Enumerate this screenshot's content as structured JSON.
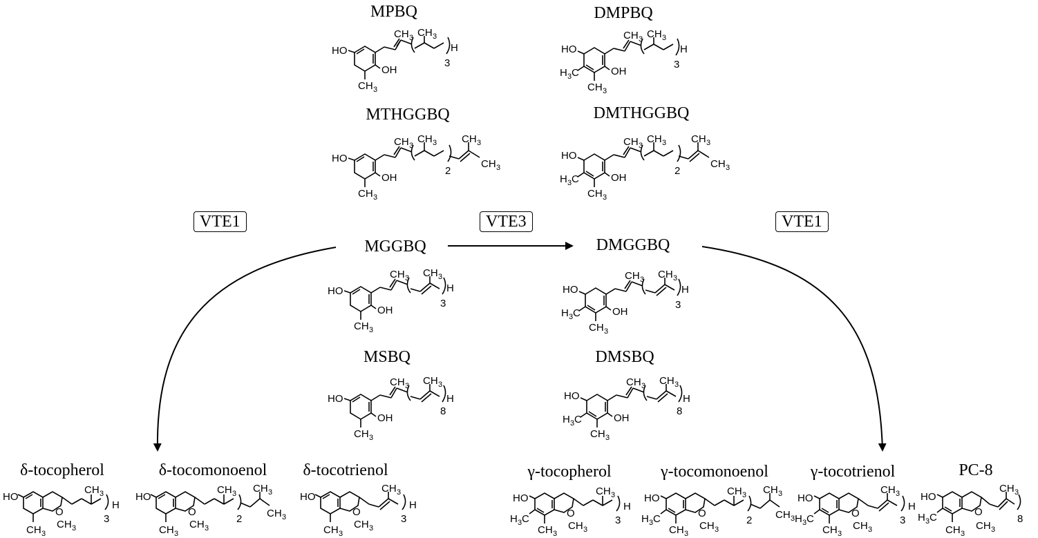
{
  "enzymes": {
    "vte1_left": "VTE1",
    "vte3": "VTE3",
    "vte1_right": "VTE1"
  },
  "compounds": {
    "mpbq": "MPBQ",
    "dmpbq": "DMPBQ",
    "mthggbq": "MTHGGBQ",
    "dmthggbq": "DMTHGGBQ",
    "mggbq": "MGGBQ",
    "dmggbq": "DMGGBQ",
    "msbq": "MSBQ",
    "dmsbq": "DMSBQ",
    "d_tocopherol": "δ-tocopherol",
    "d_tocomonoenol": "δ-tocomonoenol",
    "d_tocotrienol": "δ-tocotrienol",
    "g_tocopherol": "γ-tocopherol",
    "g_tocomonoenol": "γ-tocomonoenol",
    "g_tocotrienol": "γ-tocotrienol",
    "pc8": "PC-8"
  },
  "atoms": {
    "ho": "HO",
    "oh": "OH",
    "ch3": "CH",
    "sub3": "3",
    "h3c_h": "H",
    "h3c_c": "C",
    "h": "H",
    "o": "O",
    "n3": "3",
    "n2": "2",
    "n8": "8"
  }
}
